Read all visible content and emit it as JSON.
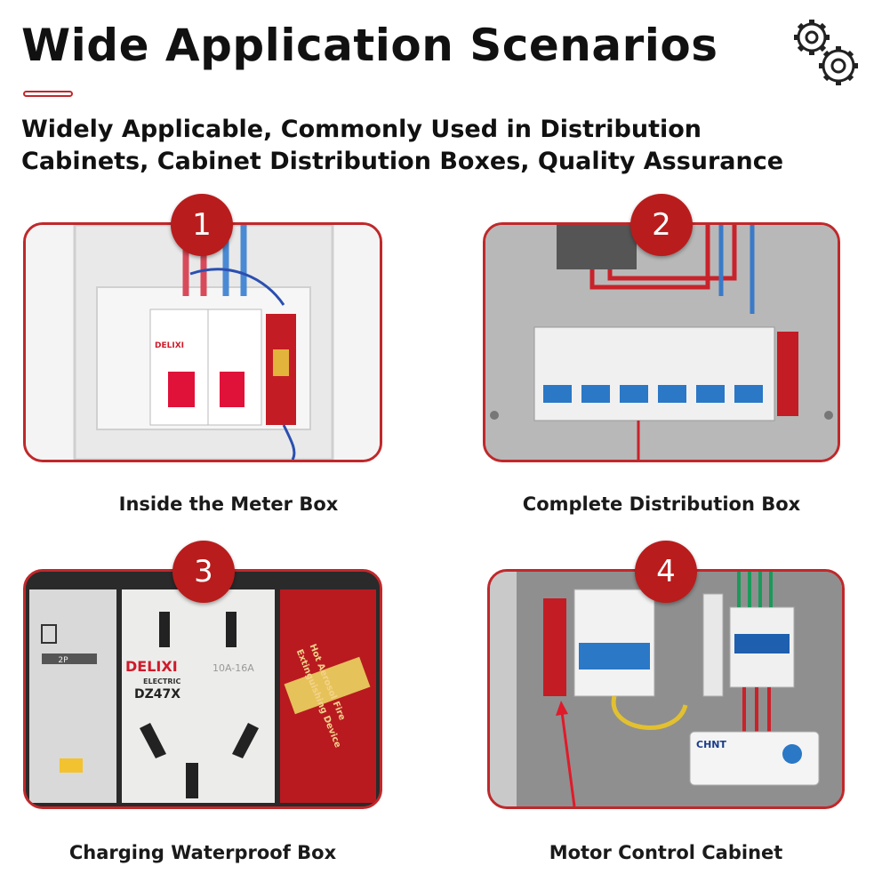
{
  "header": {
    "title": "Wide Application Scenarios",
    "subtitle_line1": "Widely Applicable, Commonly Used in Distribution",
    "subtitle_line2": "Cabinets, Cabinet Distribution Boxes, Quality Assurance"
  },
  "icons": {
    "header_icon": "gears-icon"
  },
  "colors": {
    "accent": "#c0282b",
    "badge": "#b91c1c"
  },
  "scenarios": [
    {
      "number": "1",
      "caption": "Inside the Meter Box",
      "breaker_brand": "DELIXI"
    },
    {
      "number": "2",
      "caption": "Complete Distribution Box"
    },
    {
      "number": "3",
      "caption": "Charging Waterproof Box",
      "brand": "DELIXI",
      "brand_sub": "ELECTRIC",
      "model": "DZ47X",
      "socket_rating": "10A-16A",
      "module_label": "2P",
      "device_text_1": "Hot Aerosol Fire",
      "device_text_2": "Extinguishing Device"
    },
    {
      "number": "4",
      "caption": "Motor Control Cabinet",
      "device_brand": "CHNT"
    }
  ]
}
